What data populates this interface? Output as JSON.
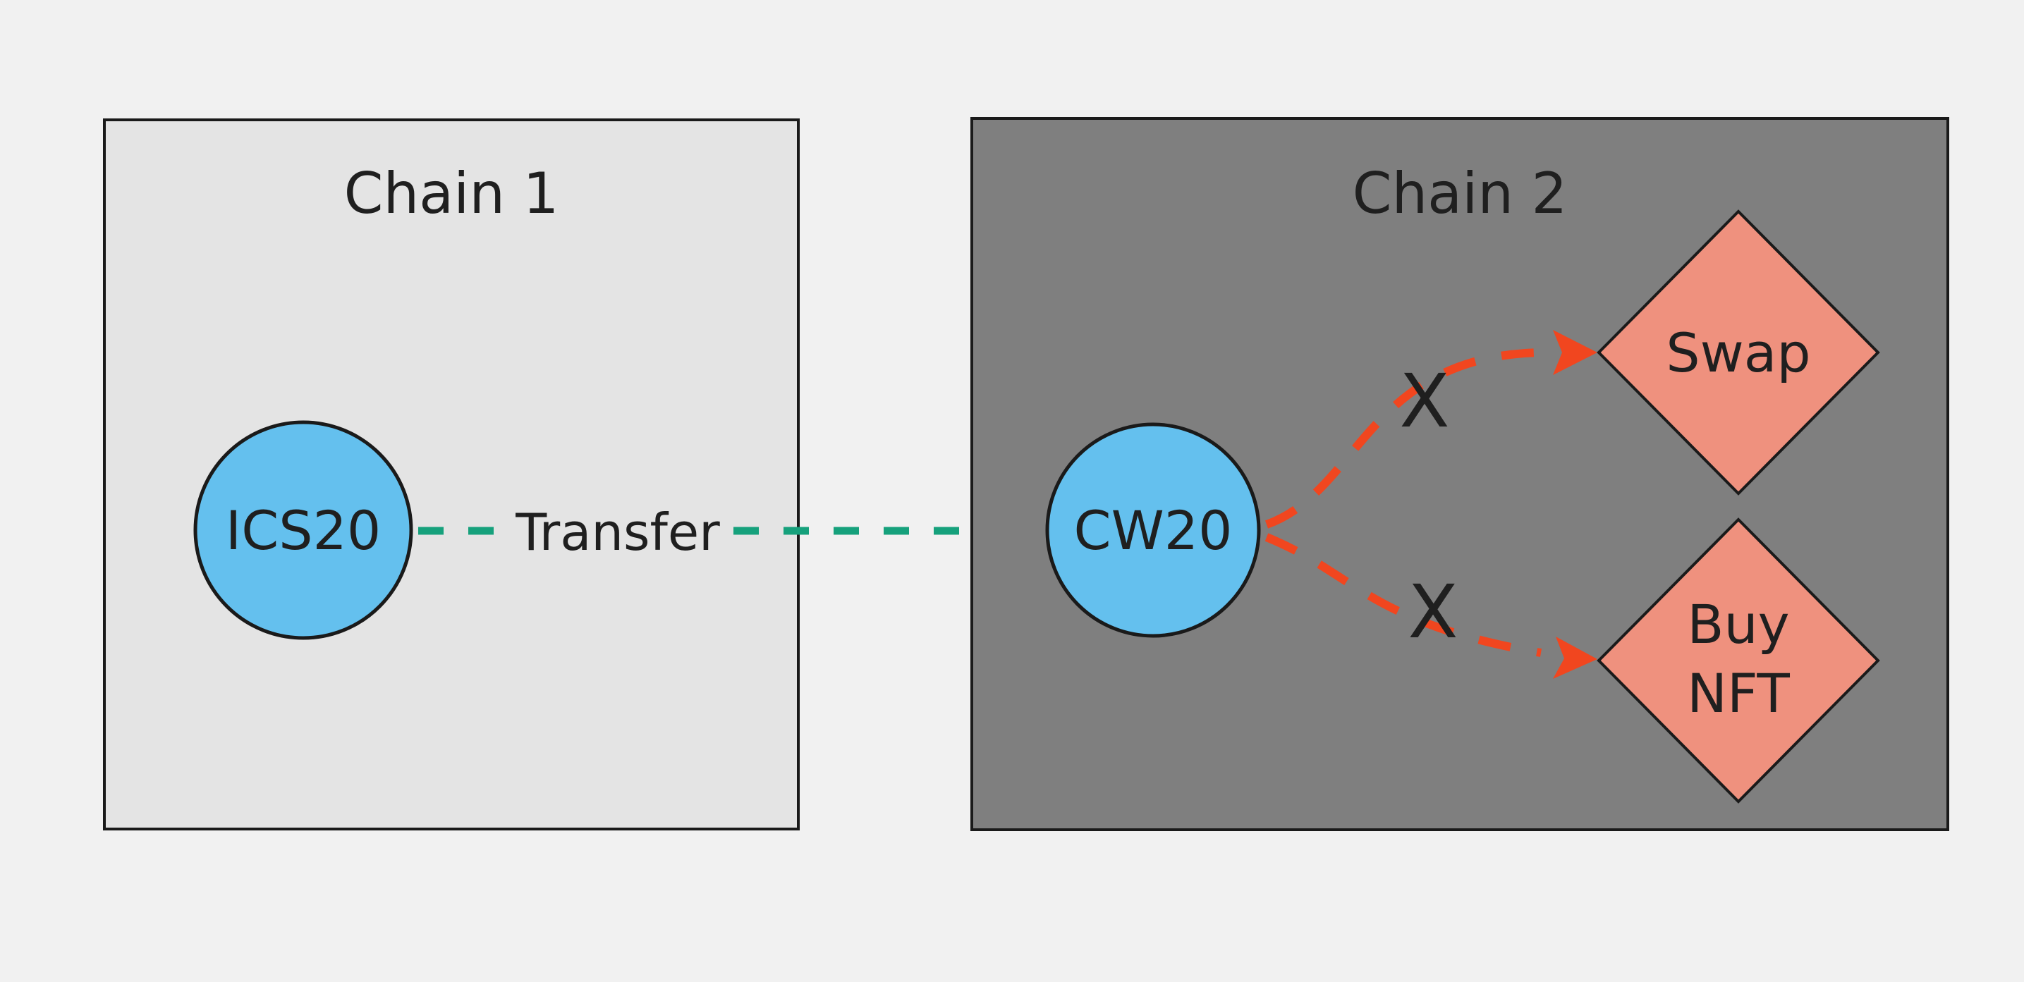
{
  "colors": {
    "background": "#f1f1f1",
    "chain1_fill": "#e4e4e4",
    "chain2_fill": "#7f7f7f",
    "node_fill": "#64c0ee",
    "diamond_fill": "#ef917e",
    "green": "#16a17c",
    "red": "#f1461f"
  },
  "chain1": {
    "title": "Chain 1",
    "node_label": "ICS20"
  },
  "transfer": {
    "label": "Transfer"
  },
  "chain2": {
    "title": "Chain 2",
    "node_label": "CW20",
    "blocked_mark": "X",
    "targets": [
      {
        "label": "Swap"
      },
      {
        "label_line1": "Buy",
        "label_line2": "NFT"
      }
    ]
  }
}
